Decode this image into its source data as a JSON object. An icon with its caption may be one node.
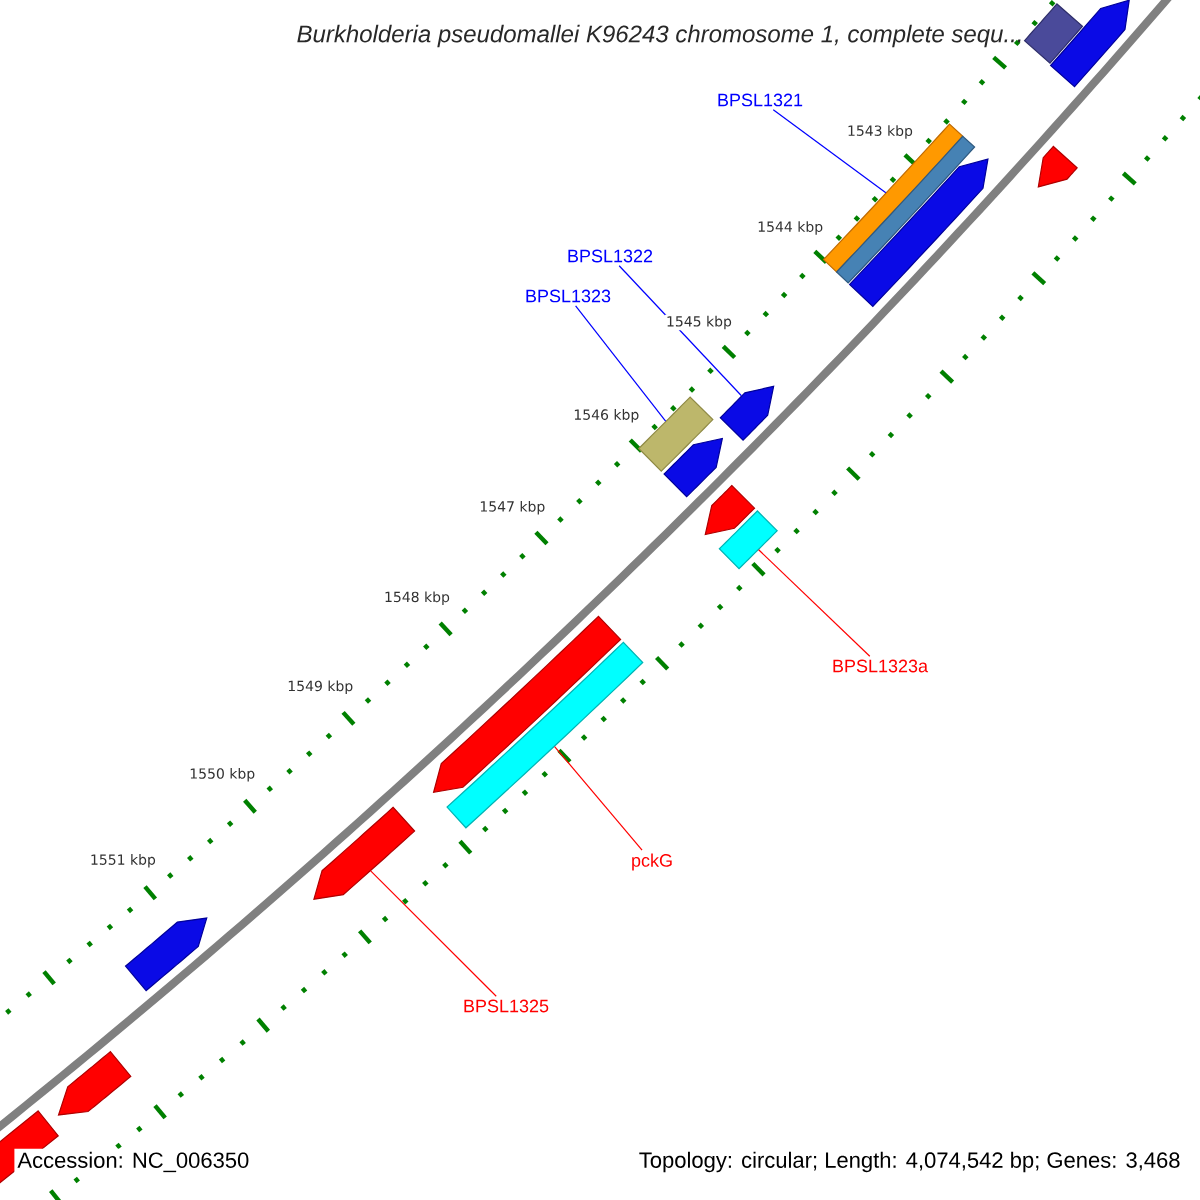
{
  "diagram": {
    "title": "Burkholderia pseudomallei K96243 chromosome 1, complete sequ...",
    "nodes": [
      {
        "text": [
          "BPSL1321"
        ]
      },
      {
        "text": [
          "BPSL1322"
        ]
      },
      {
        "text": [
          "BPSL1323"
        ]
      },
      {
        "text": [
          "BPSL1323a"
        ]
      },
      {
        "text": [
          "pckG"
        ]
      },
      {
        "text": [
          "BPSL1325"
        ]
      },
      {
        "text": [],
        "shape": "bar"
      },
      {
        "text": [],
        "shape": "bar"
      },
      {
        "text": [],
        "shape": "bar"
      },
      {
        "text": [],
        "shape": "bar"
      },
      {
        "text": [],
        "shape": "bar"
      },
      {
        "text": [],
        "shape": "bar"
      },
      {
        "text": [],
        "shape": "bar"
      },
      {
        "text": [],
        "shape": "bar"
      },
      {
        "text": [],
        "shape": "bar"
      },
      {
        "text": [],
        "shape": "bar"
      },
      {
        "text": [],
        "shape": "bar"
      },
      {
        "text": [],
        "shape": "bar"
      },
      {
        "text": [],
        "shape": "bar"
      },
      {
        "text": [],
        "shape": "bar"
      },
      {
        "text": [],
        "shape": "bar"
      },
      {
        "text": [],
        "shape": "bar"
      },
      {
        "text": [],
        "shape": "bar"
      }
    ],
    "edges": [
      {
        "from": 0,
        "to": 9,
        "arrow": "none",
        "color": "#0000ff"
      },
      {
        "from": 1,
        "to": 12,
        "arrow": "none",
        "color": "#0000ff"
      },
      {
        "from": 2,
        "to": 13,
        "arrow": "none",
        "color": "#0000ff"
      },
      {
        "from": 3,
        "to": 16,
        "arrow": "none",
        "color": "#ff0000"
      },
      {
        "from": 4,
        "to": 18,
        "arrow": "none",
        "color": "#ff0000"
      },
      {
        "from": 5,
        "to": 19,
        "arrow": "none",
        "color": "#ff0000"
      }
    ],
    "labels": [
      "1543 kbp",
      "1544 kbp",
      "1545 kbp",
      "1546 kbp",
      "1547 kbp",
      "1548 kbp",
      "1549 kbp",
      "1550 kbp",
      "1551 kbp",
      "Accession: NC_006350",
      "Topology: circular; Length: 4,074,542 bp; Genes: 3,468"
    ]
  }
}
